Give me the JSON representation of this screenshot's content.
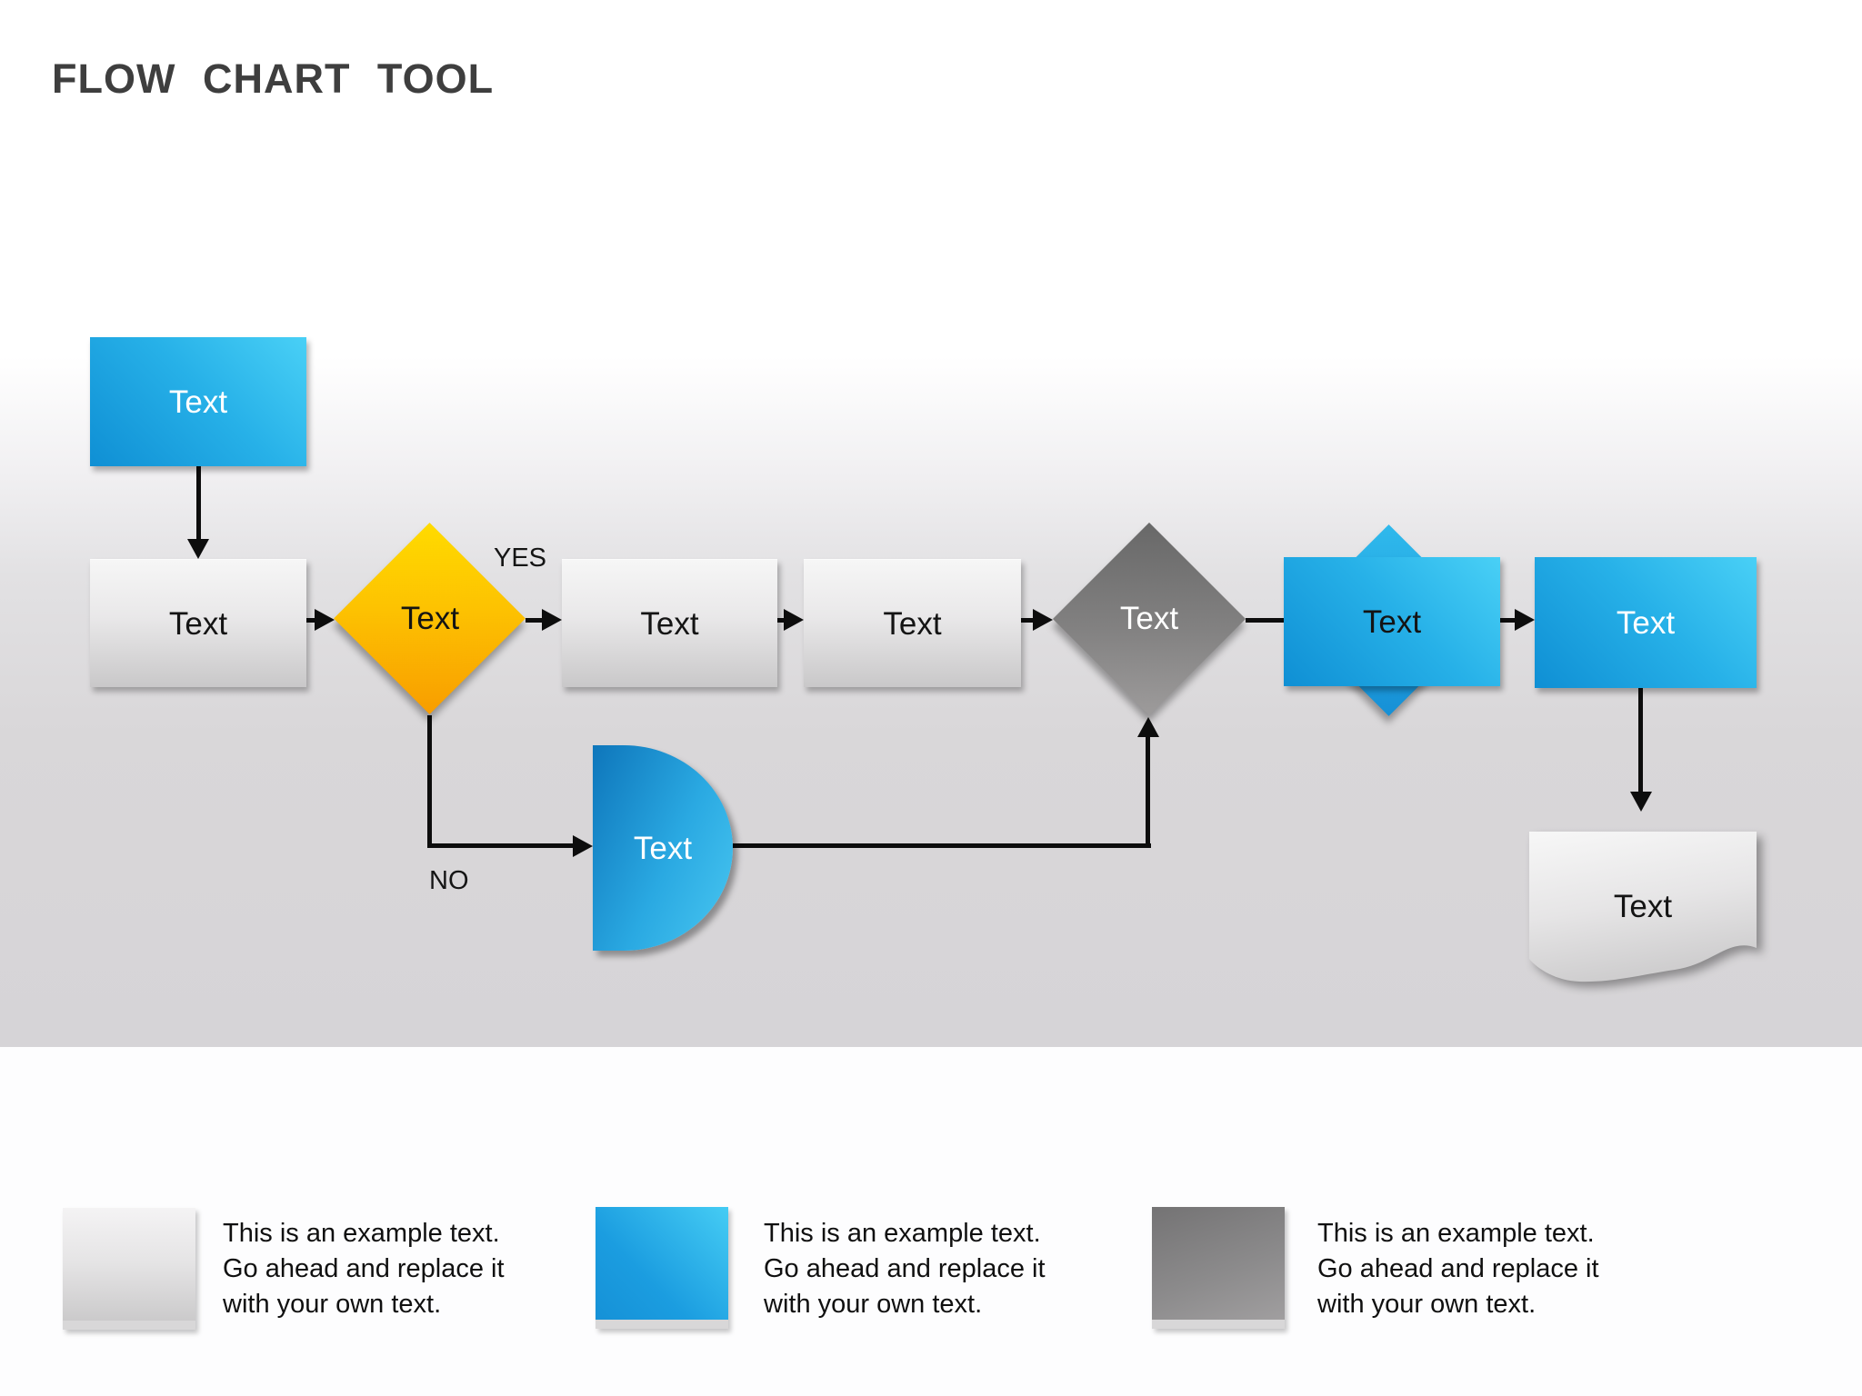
{
  "title": "FLOW CHART TOOL",
  "connector_labels": {
    "yes": "YES",
    "no": "NO"
  },
  "nodes": {
    "start": {
      "label": "Text",
      "shape": "rectangle",
      "style": "blue"
    },
    "step1": {
      "label": "Text",
      "shape": "rectangle",
      "style": "gray"
    },
    "decision1": {
      "label": "Text",
      "shape": "diamond",
      "style": "orange"
    },
    "step2": {
      "label": "Text",
      "shape": "rectangle",
      "style": "gray"
    },
    "step3": {
      "label": "Text",
      "shape": "rectangle",
      "style": "gray"
    },
    "decision2": {
      "label": "Text",
      "shape": "diamond",
      "style": "dark-gray"
    },
    "step4": {
      "label": "Text",
      "shape": "rectangle-over-diamond",
      "style": "blue"
    },
    "step5": {
      "label": "Text",
      "shape": "rectangle",
      "style": "blue"
    },
    "delay": {
      "label": "Text",
      "shape": "delay",
      "style": "blue"
    },
    "document": {
      "label": "Text",
      "shape": "document",
      "style": "gray"
    }
  },
  "legend": {
    "items": [
      {
        "swatch_color": "gray",
        "lines": [
          "This is an example text.",
          "Go ahead and replace it",
          "with your own text."
        ]
      },
      {
        "swatch_color": "blue",
        "lines": [
          "This is an example text.",
          "Go ahead and replace it",
          "with your own text."
        ]
      },
      {
        "swatch_color": "dark-gray",
        "lines": [
          "This is an example text.",
          "Go ahead and replace it",
          "with your own text."
        ]
      }
    ]
  },
  "colors": {
    "blue_light": "#49d0f6",
    "blue_dark": "#0f8fd4",
    "orange_light": "#ffdb00",
    "orange_dark": "#f89d00",
    "gray_light": "#f6f6f6",
    "gray_dark": "#c9c8c9",
    "dark_gray_light": "#9d9b9b",
    "dark_gray_dark": "#686868",
    "connector": "#0d0d0d",
    "title_text": "#3e3e3e"
  }
}
